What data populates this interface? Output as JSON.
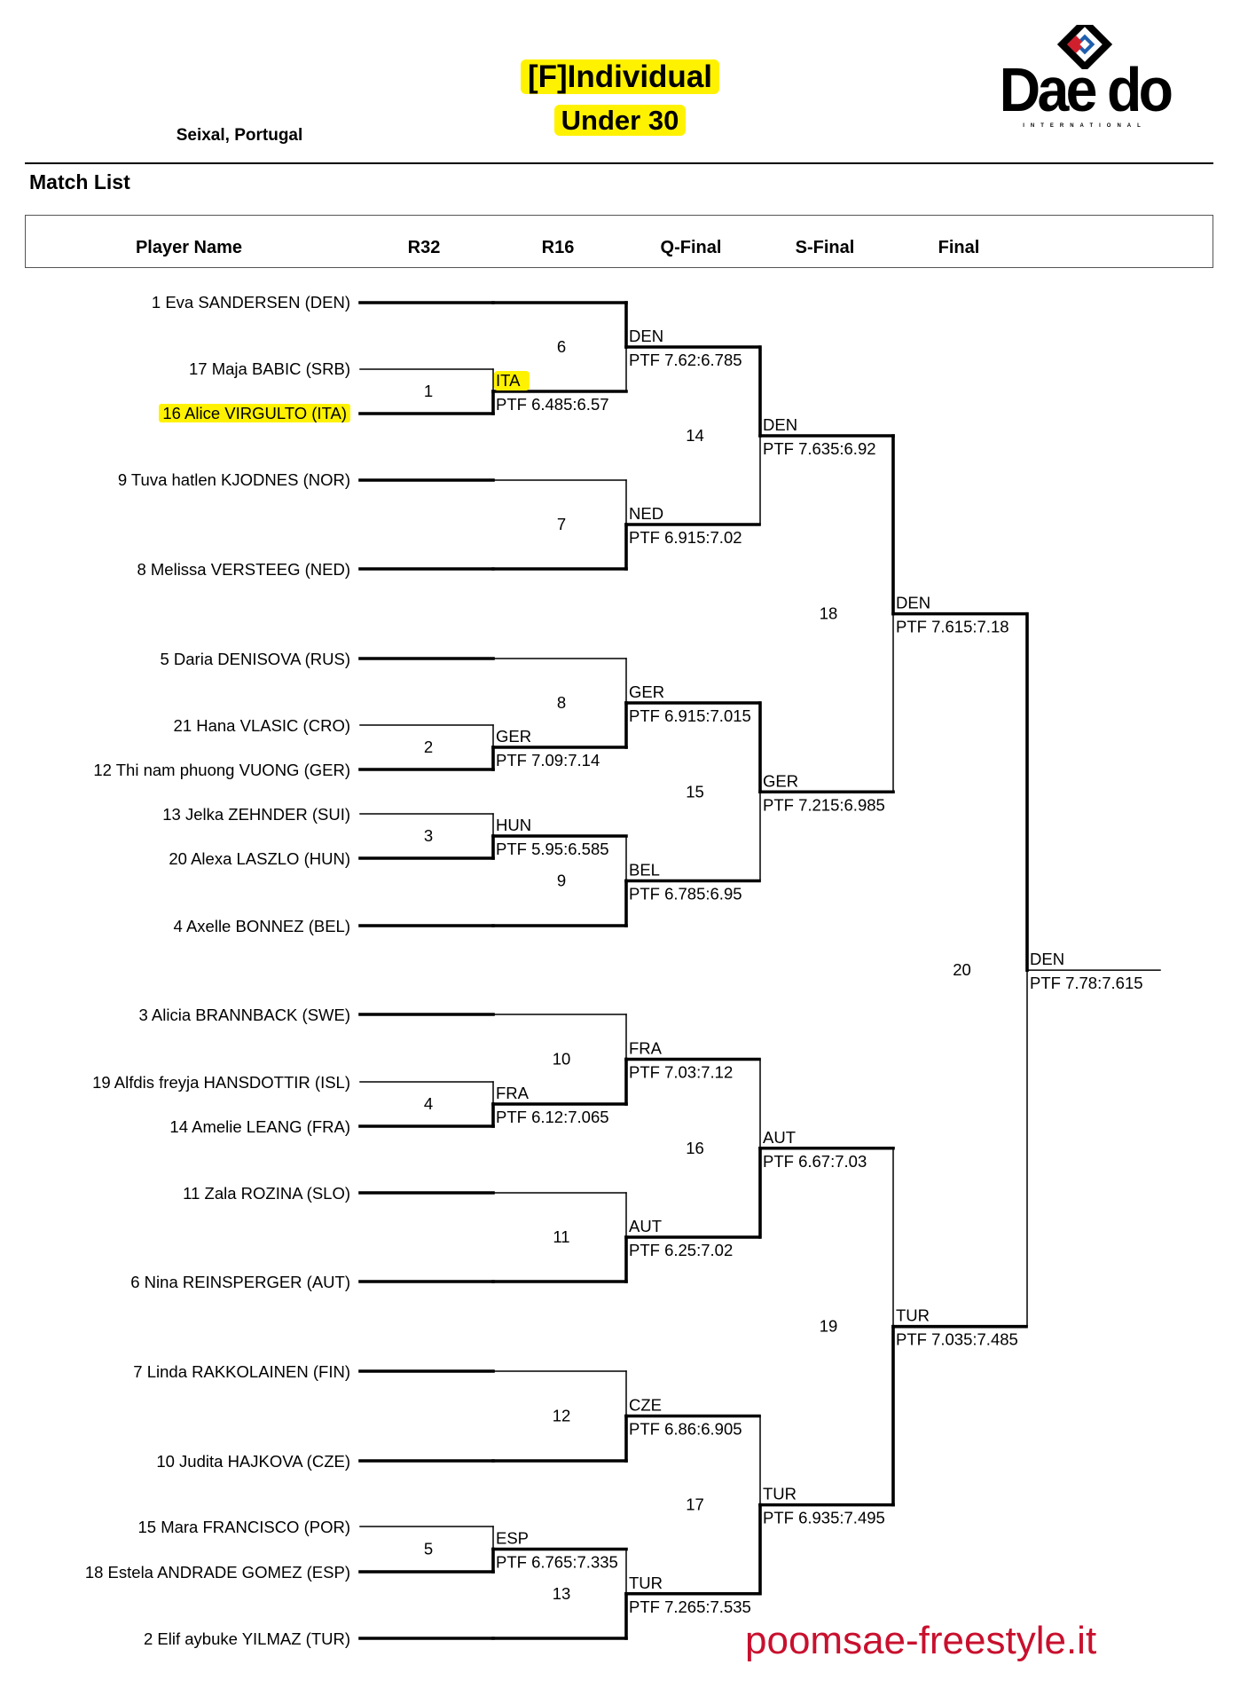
{
  "header": {
    "title": "[F]Individual",
    "subtitle": "Under 30",
    "location": "Seixal, Portugal",
    "logo_text": "Dae do",
    "logo_subtext": "INTERNATIONAL",
    "section_title": "Match List"
  },
  "columns": [
    "Player Name",
    "R32",
    "R16",
    "Q-Final",
    "S-Final",
    "Final"
  ],
  "players": [
    {
      "label": "1 Eva SANDERSEN (DEN)",
      "highlighted": false
    },
    {
      "label": "17 Maja BABIC (SRB)",
      "highlighted": false
    },
    {
      "label": "16 Alice VIRGULTO (ITA)",
      "highlighted": true
    },
    {
      "label": "9 Tuva hatlen KJODNES (NOR)",
      "highlighted": false
    },
    {
      "label": "8 Melissa VERSTEEG (NED)",
      "highlighted": false
    },
    {
      "label": "5 Daria DENISOVA (RUS)",
      "highlighted": false
    },
    {
      "label": "21 Hana VLASIC (CRO)",
      "highlighted": false
    },
    {
      "label": "12 Thi nam phuong VUONG (GER)",
      "highlighted": false
    },
    {
      "label": "13 Jelka ZEHNDER (SUI)",
      "highlighted": false
    },
    {
      "label": "20 Alexa LASZLO (HUN)",
      "highlighted": false
    },
    {
      "label": "4 Axelle BONNEZ (BEL)",
      "highlighted": false
    },
    {
      "label": "3 Alicia BRANNBACK (SWE)",
      "highlighted": false
    },
    {
      "label": "19 Alfdis freyja HANSDOTTIR (ISL)",
      "highlighted": false
    },
    {
      "label": "14 Amelie LEANG (FRA)",
      "highlighted": false
    },
    {
      "label": "11 Zala ROZINA (SLO)",
      "highlighted": false
    },
    {
      "label": "6 Nina REINSPERGER (AUT)",
      "highlighted": false
    },
    {
      "label": "7 Linda RAKKOLAINEN (FIN)",
      "highlighted": false
    },
    {
      "label": "10 Judita HAJKOVA (CZE)",
      "highlighted": false
    },
    {
      "label": "15 Mara FRANCISCO (POR)",
      "highlighted": false
    },
    {
      "label": "18 Estela ANDRADE GOMEZ (ESP)",
      "highlighted": false
    },
    {
      "label": "2 Elif aybuke YILMAZ (TUR)",
      "highlighted": false
    }
  ],
  "matches": [
    {
      "number": "1",
      "winner": "ITA",
      "score": "PTF 6.485:6.57",
      "winner_highlighted": true
    },
    {
      "number": "2",
      "winner": "GER",
      "score": "PTF 7.09:7.14"
    },
    {
      "number": "3",
      "winner": "HUN",
      "score": "PTF 5.95:6.585"
    },
    {
      "number": "4",
      "winner": "FRA",
      "score": "PTF 6.12:7.065"
    },
    {
      "number": "5",
      "winner": "ESP",
      "score": "PTF 6.765:7.335"
    },
    {
      "number": "6",
      "winner": "DEN",
      "score": "PTF 7.62:6.785"
    },
    {
      "number": "7",
      "winner": "NED",
      "score": "PTF 6.915:7.02"
    },
    {
      "number": "8",
      "winner": "GER",
      "score": "PTF 6.915:7.015"
    },
    {
      "number": "9",
      "winner": "BEL",
      "score": "PTF 6.785:6.95"
    },
    {
      "number": "10",
      "winner": "FRA",
      "score": "PTF 7.03:7.12"
    },
    {
      "number": "11",
      "winner": "AUT",
      "score": "PTF 6.25:7.02"
    },
    {
      "number": "12",
      "winner": "CZE",
      "score": "PTF 6.86:6.905"
    },
    {
      "number": "13",
      "winner": "TUR",
      "score": "PTF 7.265:7.535"
    },
    {
      "number": "14",
      "winner": "DEN",
      "score": "PTF 7.635:6.92"
    },
    {
      "number": "15",
      "winner": "GER",
      "score": "PTF 7.215:6.985"
    },
    {
      "number": "16",
      "winner": "AUT",
      "score": "PTF 6.67:7.03"
    },
    {
      "number": "17",
      "winner": "TUR",
      "score": "PTF 6.935:7.495"
    },
    {
      "number": "18",
      "winner": "DEN",
      "score": "PTF 7.615:7.18"
    },
    {
      "number": "19",
      "winner": "TUR",
      "score": "PTF 7.035:7.485"
    },
    {
      "number": "20",
      "winner": "DEN",
      "score": "PTF 7.78:7.615"
    }
  ],
  "watermark": "poomsae-freestyle.it",
  "colors": {
    "highlight": "#fff200",
    "watermark": "#c8102e",
    "logo_red": "#d0202e",
    "logo_blue": "#1f5fae"
  }
}
